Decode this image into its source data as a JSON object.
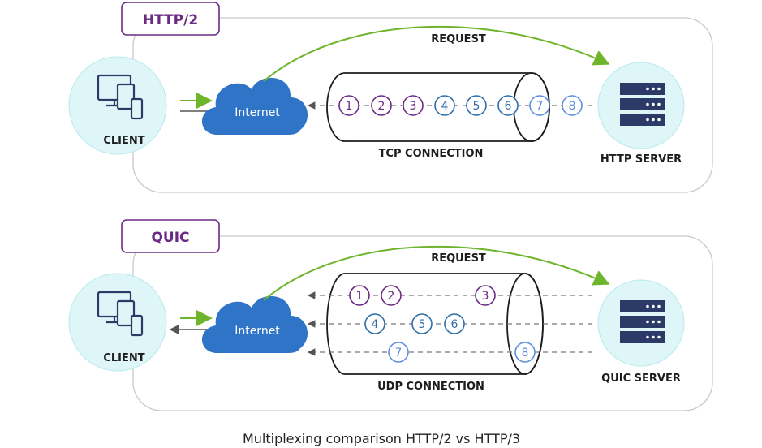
{
  "colors": {
    "purple": "#6b2a83",
    "blue": "#2f6ea8",
    "light_blue": "#5f8fe0",
    "cloud": "#2f74c6",
    "green": "#6fb52c",
    "circle_fill": "#dff6f8",
    "server": "#2b3a67"
  },
  "http2": {
    "tag": "HTTP/2",
    "request": "REQUEST",
    "client": "CLIENT",
    "internet": "Internet",
    "pipe_label": "TCP CONNECTION",
    "server": "HTTP SERVER",
    "packets": [
      "1",
      "2",
      "3",
      "4",
      "5",
      "6",
      "7",
      "8"
    ]
  },
  "quic": {
    "tag": "QUIC",
    "request": "REQUEST",
    "client": "CLIENT",
    "internet": "Internet",
    "pipe_label": "UDP CONNECTION",
    "server": "QUIC SERVER",
    "streams": [
      [
        "1",
        "2",
        "3"
      ],
      [
        "4",
        "5",
        "6"
      ],
      [
        "7",
        "8"
      ]
    ]
  },
  "caption": "Multiplexing comparison HTTP/2 vs HTTP/3"
}
